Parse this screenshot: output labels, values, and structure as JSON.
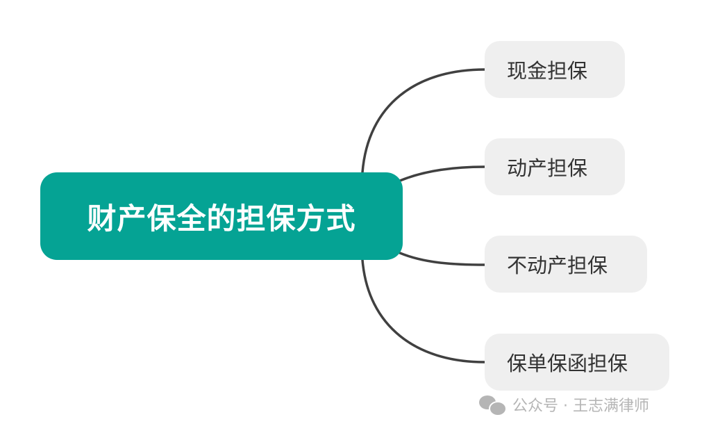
{
  "diagram": {
    "type": "mind-map",
    "root": {
      "label": "财产保全的担保方式",
      "color": "#05a394",
      "text_color": "#ffffff"
    },
    "children": [
      {
        "label": "现金担保"
      },
      {
        "label": "动产担保"
      },
      {
        "label": "不动产担保"
      },
      {
        "label": "保单保函担保"
      }
    ],
    "child_bg": "#efefef",
    "line_color": "#404040"
  },
  "watermark": {
    "icon": "wechat-icon",
    "text": "公众号 · 王志满律师"
  }
}
